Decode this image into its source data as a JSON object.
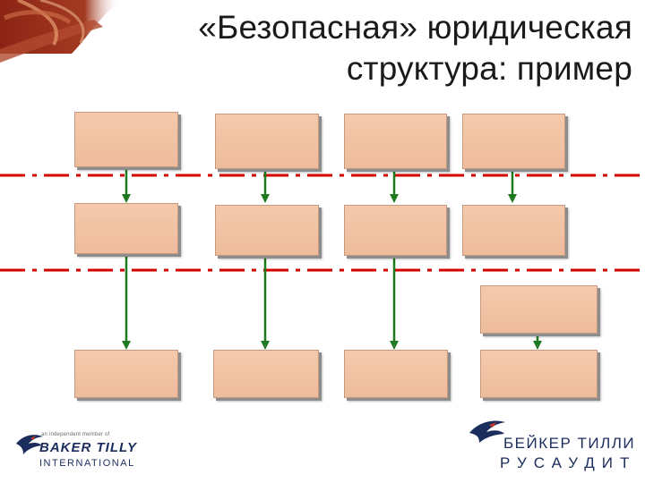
{
  "title": {
    "line1": "«Безопасная» юридическая",
    "line2": "структура: пример"
  },
  "colors": {
    "box_fill": "#f2c4a6",
    "divider": "#d40000",
    "arrow": "#1e7a1e",
    "logo_navy": "#1b2d5c",
    "header_decor": "#8b2414"
  },
  "icons": {
    "logo_left": "baker-tilly-bird-icon",
    "logo_right": "baker-tilly-bird-icon"
  },
  "logo_left": {
    "tagline": "an independent member of",
    "name": "BAKER TILLY",
    "sub": "INTERNATIONAL"
  },
  "logo_right": {
    "line1": "БЕЙКЕР ТИЛЛИ",
    "line2": "РУСАУДИТ"
  }
}
